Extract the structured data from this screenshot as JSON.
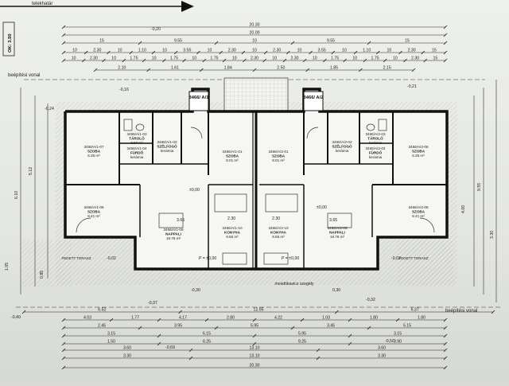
{
  "title_block": {
    "property_line_label": "telekhatár",
    "level_mark": "OK: 3.50",
    "building_line_label": "beépítési vonal"
  },
  "apartments": {
    "a1_tag": "3466/ A/1",
    "a2_tag": "3466/ A/2"
  },
  "rooms": [
    {
      "code": "3466/A/1-07",
      "name": "SZOBA",
      "note": "6.35 m²"
    },
    {
      "code": "3466/A/1-04",
      "name": "FÜRDŐ",
      "note": "kerámia"
    },
    {
      "code": "3466/A/1-03",
      "name": "TÁROLÓ",
      "note": "3.87 m²"
    },
    {
      "code": "3466/A/1-02",
      "name": "SZÉLFOGÓ",
      "note": "kerámia"
    },
    {
      "code": "3466/A/1-01",
      "name": "SZOBA",
      "note": "8.01 m²"
    },
    {
      "code": "3466/A/2-01",
      "name": "SZOBA",
      "note": "8.01 m²"
    },
    {
      "code": "3466/A/2-02",
      "name": "SZÉLFOGÓ",
      "note": "kerámia"
    },
    {
      "code": "3466/A/2-03",
      "name": "TÁROLÓ",
      "note": "kerámia"
    },
    {
      "code": "3466/A/2-04",
      "name": "FÜRDŐ",
      "note": "kerámia"
    },
    {
      "code": "3466/A/2-06",
      "name": "SZOBA",
      "note": "6.35 m²"
    },
    {
      "code": "3466/A/1-06",
      "name": "SZOBA",
      "note": "8.41 m²"
    },
    {
      "code": "3466/A/1-09",
      "name": "NAPPALI",
      "note": "19.78 m²"
    },
    {
      "code": "3466/A/1-10",
      "name": "KONYHA",
      "note": "9.65 m²"
    },
    {
      "code": "3466/A/2-10",
      "name": "KONYHA",
      "note": "9.65 m²"
    },
    {
      "code": "3466/A/2-09",
      "name": "NAPPALI",
      "note": "19.78 m²"
    },
    {
      "code": "3466/A/2-08",
      "name": "SZOBA",
      "note": "8.41 m²"
    }
  ],
  "terraces": {
    "left": "FEDETT TERASZ",
    "right": "FEDETT TERASZ"
  },
  "levels": {
    "p_zero": "P = ±0,00",
    "z_zero": "±0,00",
    "minus_002": "-0,02",
    "minus_030": "-0,30",
    "minus_032": "-0,32",
    "minus_037": "-0,37",
    "minus_040": "-0,40",
    "minus_069": "-0,69",
    "minus_016": "-0,16",
    "minus_020": "-0,20",
    "minus_021": "-0,21",
    "minus_024": "-0,24",
    "plus_030": "0,30",
    "minus_050": "-0,50"
  },
  "top_dims": {
    "row0": [
      "20.30"
    ],
    "row1": [
      "20.00"
    ],
    "row2": [
      "15",
      "9.55",
      "10",
      "9.55",
      "15"
    ],
    "row3": [
      "10",
      "2.30",
      "10",
      "1.10",
      "10",
      "3.55",
      "10",
      "2.30",
      "10",
      "2.30",
      "10",
      "3.55",
      "10",
      "1.10",
      "10",
      "2.30",
      "15"
    ],
    "row4": [
      "10",
      "2.30",
      "10",
      "1.75",
      "10",
      "1.75",
      "10",
      "1.75",
      "10",
      "2.30",
      "10",
      "2.30",
      "10",
      "1.75",
      "10",
      "1.75",
      "10",
      "2.30",
      "15"
    ],
    "row5": [
      "2.10",
      "1.61",
      "1.84",
      "2.50",
      "1.85",
      "2.15"
    ]
  },
  "bottom_dims": {
    "row0": [
      "6.52",
      "12.95",
      "6.37"
    ],
    "row1": [
      "4.03",
      "1.77",
      "4.17",
      "2.80",
      "4.22",
      "1.03",
      "1.80",
      "1.80"
    ],
    "row2": [
      "2.45",
      "3.95",
      "5.95",
      "3.45",
      "5.15"
    ],
    "row3": [
      "3.15",
      "6.15",
      "5.95",
      "3.15"
    ],
    "row4": [
      "1.50",
      "6.25",
      "9.25",
      "3.90"
    ],
    "row5": [
      "3.60",
      "13.10",
      "3.60"
    ],
    "row6": [
      "3.30",
      "13.10",
      "3.30"
    ],
    "row7": [
      "20.30"
    ]
  },
  "inner_labels": {
    "shared_wall": "mosdókavics szegély",
    "dim_365_a": "3.65",
    "dim_365_b": "3.65",
    "dim_230_a": "2.30",
    "dim_230_b": "2.30",
    "side_610": "6.10",
    "side_512": "5.12",
    "side_955": "9.55",
    "side_400": "4.00",
    "side_330": "3.30",
    "side_105": "1.05",
    "side_085": "0.85"
  }
}
